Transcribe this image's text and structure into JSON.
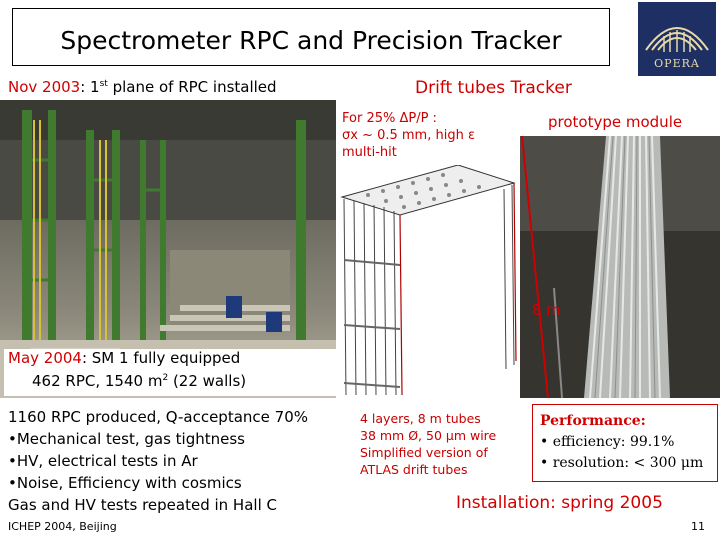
{
  "slide": {
    "title": "Spectrometer RPC and Precision Tracker",
    "logo_text": "OPERA",
    "rpc_caption": {
      "date": "Nov 2003",
      "sep": ": 1",
      "sup": "st",
      "rest": " plane of RPC installed"
    },
    "drift_title": "Drift tubes Tracker",
    "drift_note": [
      "For 25% ΔP/P :",
      "σx ~ 0.5 mm, high ε",
      "multi-hit"
    ],
    "prototype_label": "prototype module",
    "length_label": "8 m",
    "sm_status": {
      "date": "May 2004",
      "line1_rest": ": SM 1 fully equipped",
      "line2_a": "462 RPC, 1540 m",
      "line2_sup": "2",
      "line2_b": " (22 walls)"
    },
    "rpc_stats": [
      "1160 RPC produced, Q-acceptance 70%",
      "•Mechanical test, gas tightness",
      "•HV, electrical tests in Ar",
      "•Noise, Efficiency with cosmics",
      "Gas and HV tests repeated in Hall C"
    ],
    "tube_specs": [
      "4 layers, 8 m tubes",
      "38 mm Ø, 50 μm wire",
      "Simplified version of",
      "ATLAS drift tubes"
    ],
    "performance": {
      "title": "Performance:",
      "items": [
        "• efficiency: 99.1%",
        "• resolution: < 300 μm"
      ]
    },
    "installation": "Installation: spring 2005",
    "footer_left": "ICHEP 2004, Beijing",
    "page_number": "11",
    "colors": {
      "accent_red": "#d10000",
      "logo_bg": "#1d2f63"
    }
  }
}
